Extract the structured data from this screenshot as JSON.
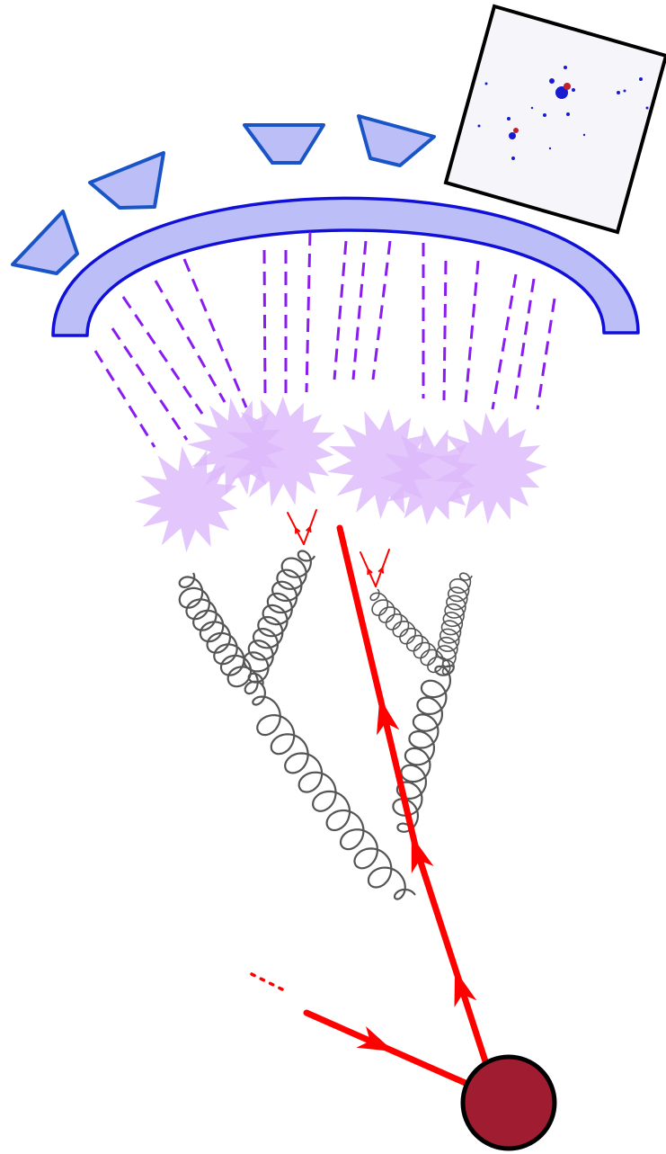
{
  "diagram": {
    "kind": "particle-jet-shower",
    "elements": [
      "detector-arc",
      "detector-segment",
      "event-display-inset",
      "photon-ray",
      "hadron-cluster",
      "gluon",
      "quark-line",
      "collision-vertex"
    ]
  },
  "colors": {
    "detector_fill": "#bcbff7",
    "detector_stroke": "#1a55c8",
    "arc_stroke": "#1010d8",
    "ray": "#8a1cf0",
    "cluster_fill": "#dcb8fa",
    "cluster_overlap": "#c68af5",
    "gluon": "#555555",
    "quark": "#ff0000",
    "vertex_fill": "#a01c30",
    "inset_border": "#000000",
    "inset_bg": "#f6f6fa",
    "inset_hit": "#1a1ad0",
    "inset_hit_alt": "#c02030"
  }
}
